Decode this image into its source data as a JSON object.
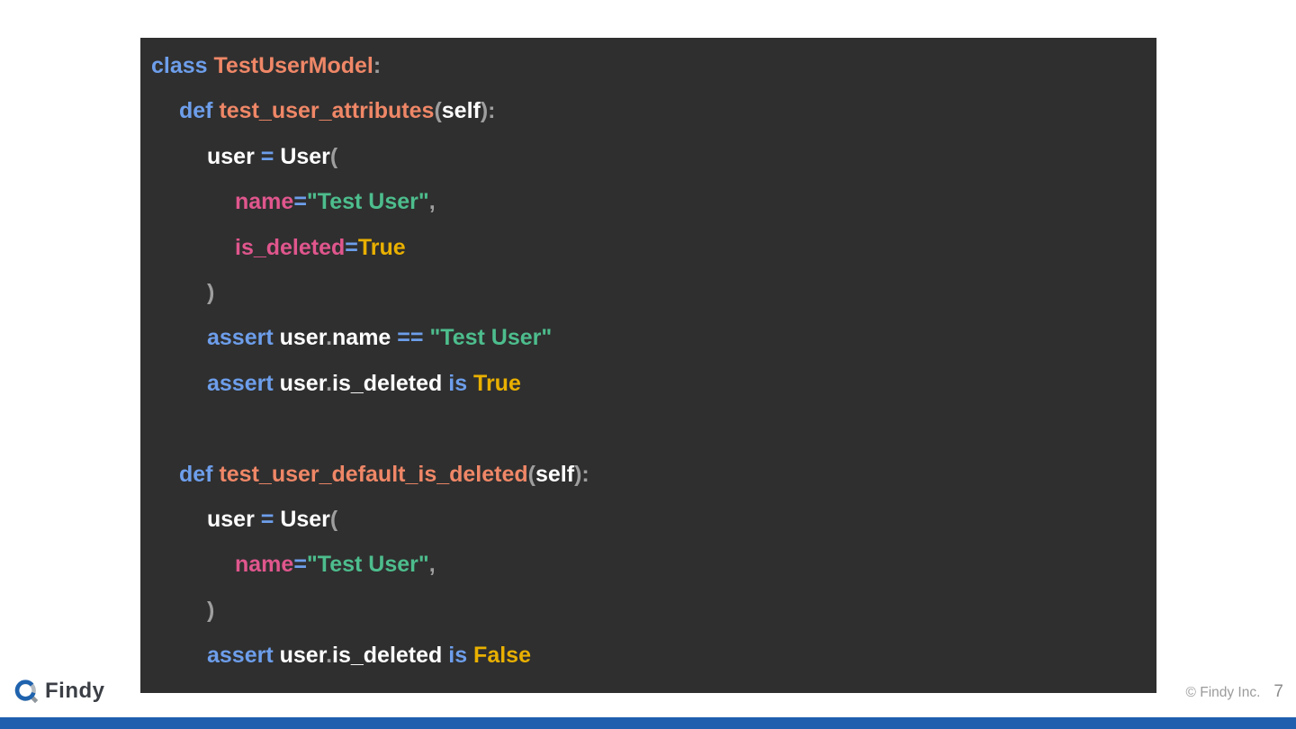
{
  "footer": {
    "logo_text": "Findy",
    "copyright": "© Findy Inc.",
    "page_number": "7"
  },
  "colors": {
    "code_background": "#2f2f2f",
    "accent_bar": "#1f5fae",
    "logo_blue": "#1f63ae",
    "logo_gray": "#b3bac0",
    "logo_handle_gray": "#8f969c",
    "keyword": "#6d9eeb",
    "function": "#ef8767",
    "parameter": "#e0568d",
    "string": "#4dbd8d",
    "constant": "#e9b000",
    "punctuation": "#9e9e9e",
    "identifier": "#ffffff"
  },
  "code": {
    "language": "python",
    "lines": [
      {
        "indent": 0,
        "tokens": [
          [
            "kw",
            "class "
          ],
          [
            "fn",
            "TestUserModel"
          ],
          [
            "punc",
            ":"
          ]
        ]
      },
      {
        "indent": 1,
        "tokens": [
          [
            "kw",
            "def "
          ],
          [
            "fn",
            "test_user_attributes"
          ],
          [
            "punc",
            "("
          ],
          [
            "id",
            "self"
          ],
          [
            "punc",
            "):"
          ]
        ]
      },
      {
        "indent": 2,
        "tokens": [
          [
            "id",
            "user "
          ],
          [
            "op",
            "= "
          ],
          [
            "id",
            "User"
          ],
          [
            "punc",
            "("
          ]
        ]
      },
      {
        "indent": 3,
        "tokens": [
          [
            "param",
            "name"
          ],
          [
            "op",
            "="
          ],
          [
            "str",
            "\"Test User\""
          ],
          [
            "punc",
            ","
          ]
        ]
      },
      {
        "indent": 3,
        "tokens": [
          [
            "param",
            "is_deleted"
          ],
          [
            "op",
            "="
          ],
          [
            "const",
            "True"
          ]
        ]
      },
      {
        "indent": 2,
        "tokens": [
          [
            "punc",
            ")"
          ]
        ]
      },
      {
        "indent": 2,
        "tokens": [
          [
            "kw",
            "assert "
          ],
          [
            "id",
            "user"
          ],
          [
            "punc",
            "."
          ],
          [
            "id",
            "name "
          ],
          [
            "op",
            "== "
          ],
          [
            "str",
            "\"Test User\""
          ]
        ]
      },
      {
        "indent": 2,
        "tokens": [
          [
            "kw",
            "assert "
          ],
          [
            "id",
            "user"
          ],
          [
            "punc",
            "."
          ],
          [
            "id",
            "is_deleted "
          ],
          [
            "kw",
            "is "
          ],
          [
            "const",
            "True"
          ]
        ]
      },
      {
        "indent": 0,
        "tokens": []
      },
      {
        "indent": 1,
        "tokens": [
          [
            "kw",
            "def "
          ],
          [
            "fn",
            "test_user_default_is_deleted"
          ],
          [
            "punc",
            "("
          ],
          [
            "id",
            "self"
          ],
          [
            "punc",
            "):"
          ]
        ]
      },
      {
        "indent": 2,
        "tokens": [
          [
            "id",
            "user "
          ],
          [
            "op",
            "= "
          ],
          [
            "id",
            "User"
          ],
          [
            "punc",
            "("
          ]
        ]
      },
      {
        "indent": 3,
        "tokens": [
          [
            "param",
            "name"
          ],
          [
            "op",
            "="
          ],
          [
            "str",
            "\"Test User\""
          ],
          [
            "punc",
            ","
          ]
        ]
      },
      {
        "indent": 2,
        "tokens": [
          [
            "punc",
            ")"
          ]
        ]
      },
      {
        "indent": 2,
        "tokens": [
          [
            "kw",
            "assert "
          ],
          [
            "id",
            "user"
          ],
          [
            "punc",
            "."
          ],
          [
            "id",
            "is_deleted "
          ],
          [
            "kw",
            "is "
          ],
          [
            "const",
            "False"
          ]
        ]
      }
    ]
  }
}
